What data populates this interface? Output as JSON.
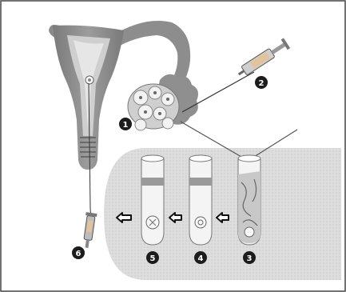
{
  "step_markers": [
    "1",
    "2",
    "3",
    "4",
    "5",
    "6"
  ],
  "colors": {
    "uterus": "#8d8d8d",
    "uterus_inner": "#d8d8d8",
    "lab_band": "#dadada",
    "marker": "#1c1c1c",
    "tube_liquid": "#9a9a9a"
  },
  "icons": [
    "uterus-icon",
    "ovary-icon",
    "syringe-icon",
    "test-tube-icon",
    "left-arrow-icon",
    "catheter-icon"
  ]
}
